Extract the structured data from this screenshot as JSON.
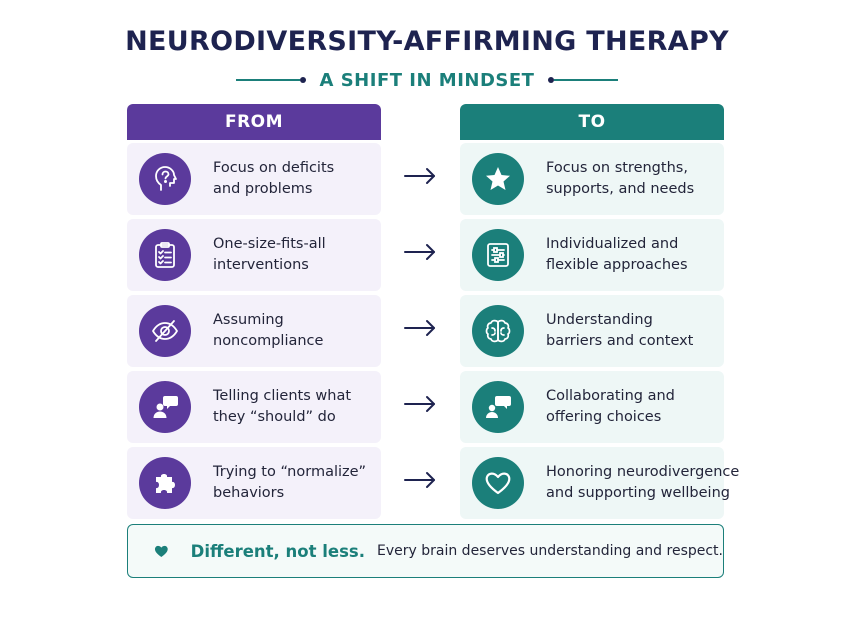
{
  "header": {
    "title": "NEURODIVERSITY-AFFIRMING THERAPY",
    "subtitle": "A SHIFT IN MINDSET"
  },
  "columns": {
    "from_label": "FROM",
    "to_label": "TO"
  },
  "rows": [
    {
      "from_icon": "head-question-icon",
      "from_lines": [
        "Focus on deficits",
        "and problems"
      ],
      "to_icon": "star-icon",
      "to_lines": [
        "Focus on strengths,",
        "supports, and needs"
      ]
    },
    {
      "from_icon": "clipboard-checklist-icon",
      "from_lines": [
        "One-size-fits-all",
        "interventions"
      ],
      "to_icon": "sliders-icon",
      "to_lines": [
        "Individualized and",
        "flexible approaches"
      ]
    },
    {
      "from_icon": "eye-slash-icon",
      "from_lines": [
        "Assuming",
        "noncompliance"
      ],
      "to_icon": "brain-icon",
      "to_lines": [
        "Understanding",
        "barriers and context"
      ]
    },
    {
      "from_icon": "person-speech-icon",
      "from_lines": [
        "Telling clients what",
        "they “should” do"
      ],
      "to_icon": "people-chat-icon",
      "to_lines": [
        "Collaborating and",
        "offering choices"
      ]
    },
    {
      "from_icon": "puzzle-piece-icon",
      "from_lines": [
        "Trying to “normalize”",
        "behaviors"
      ],
      "to_icon": "heart-icon",
      "to_lines": [
        "Honoring neurodivergence",
        "and supporting wellbeing"
      ]
    }
  ],
  "banner": {
    "icon": "heart-icon",
    "bold_text": "Different, not less.",
    "text": "Every brain deserves understanding and respect."
  },
  "colors": {
    "purple": "#5b3a9c",
    "teal": "#1b7f7a",
    "navy": "#1e2350"
  }
}
